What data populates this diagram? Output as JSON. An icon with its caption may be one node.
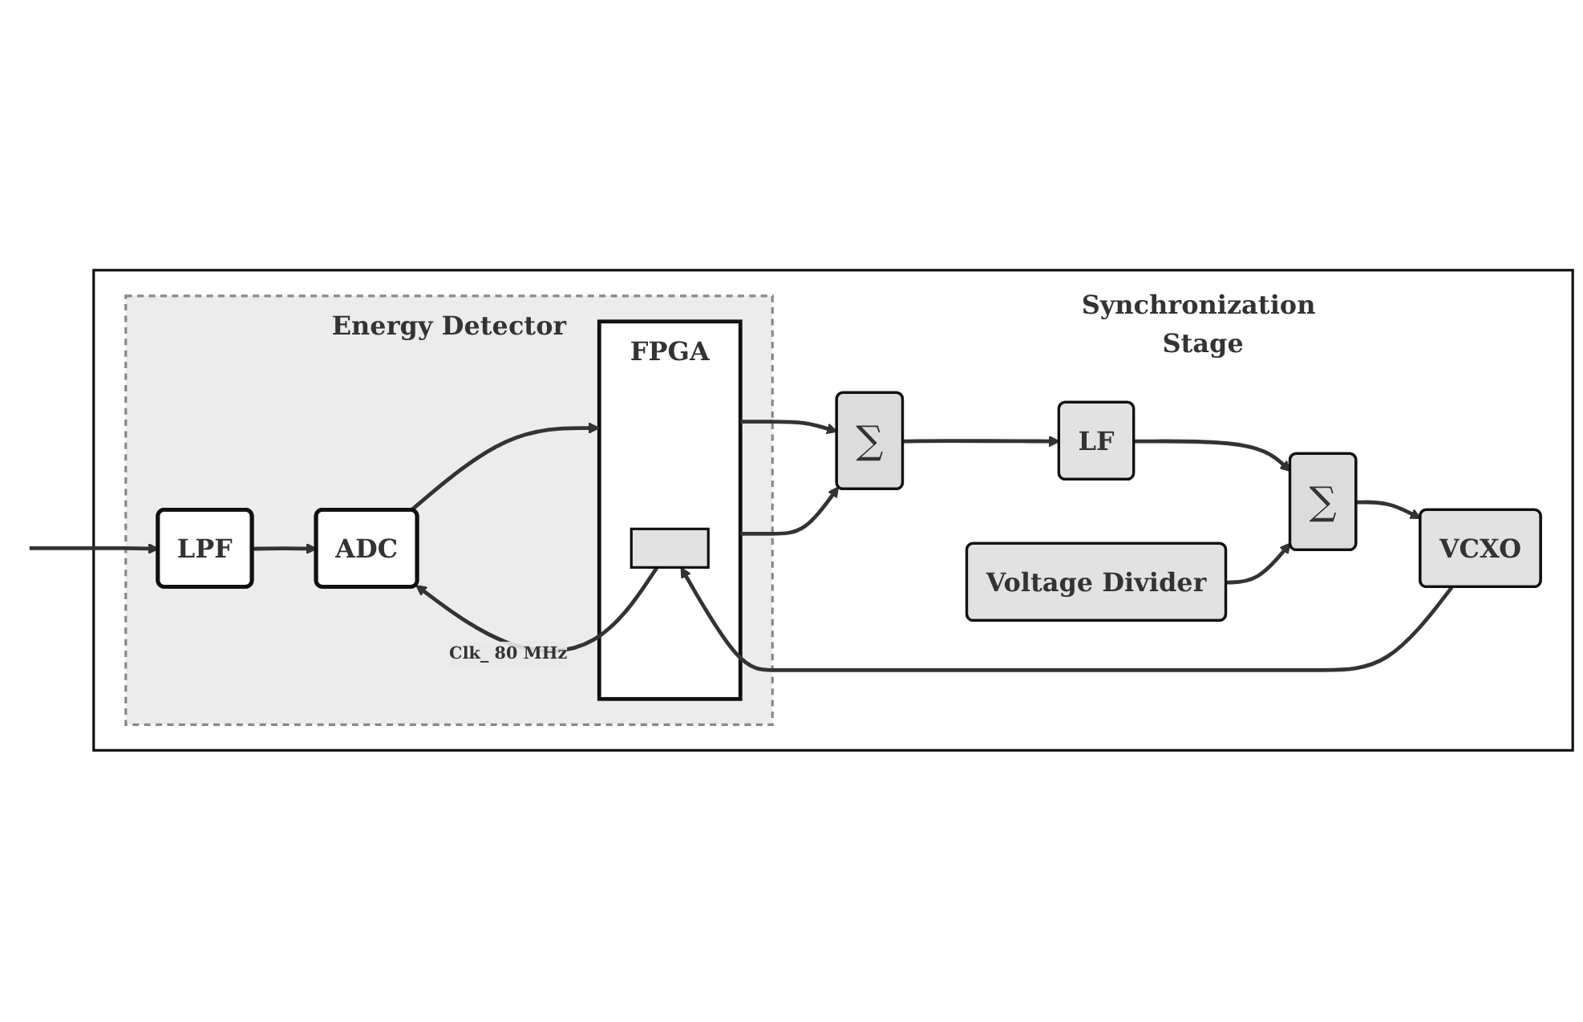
{
  "diagram": {
    "nodes": [
      {
        "text": [
          "Synchronization Stage"
        ]
      },
      {
        "text": [
          "Energy Detector"
        ],
        "in": 0
      },
      {
        "text": [
          "LPF"
        ],
        "in": 1
      },
      {
        "text": [
          "ADC"
        ],
        "in": 1
      },
      {
        "text": [
          "FPGA"
        ],
        "in": 1
      },
      {
        "text": [],
        "shape": "box",
        "in": 4
      },
      {
        "text": [
          "∑"
        ],
        "in": 0
      },
      {
        "text": [
          "LF"
        ],
        "in": 0
      },
      {
        "text": [
          "∑"
        ],
        "in": 0
      },
      {
        "text": [
          "Voltage Divider"
        ],
        "in": 0
      },
      {
        "text": [
          "VCXO"
        ],
        "in": 0
      }
    ],
    "edges": [
      {
        "from": null,
        "to": 2,
        "arrow": "to"
      },
      {
        "from": 2,
        "to": 3,
        "arrow": "to"
      },
      {
        "from": 3,
        "to": 4,
        "arrow": "to"
      },
      {
        "from": 5,
        "to": 3,
        "arrow": "to",
        "label": "Clk_ 80 MHz"
      },
      {
        "from": 4,
        "to": 6,
        "arrow": "to"
      },
      {
        "from": 4,
        "to": 6,
        "arrow": "to"
      },
      {
        "from": 6,
        "to": 7,
        "arrow": "to"
      },
      {
        "from": 7,
        "to": 8,
        "arrow": "to"
      },
      {
        "from": 9,
        "to": 8,
        "arrow": "to"
      },
      {
        "from": 8,
        "to": 10,
        "arrow": "to"
      },
      {
        "from": 10,
        "to": 5,
        "arrow": "to"
      }
    ]
  }
}
